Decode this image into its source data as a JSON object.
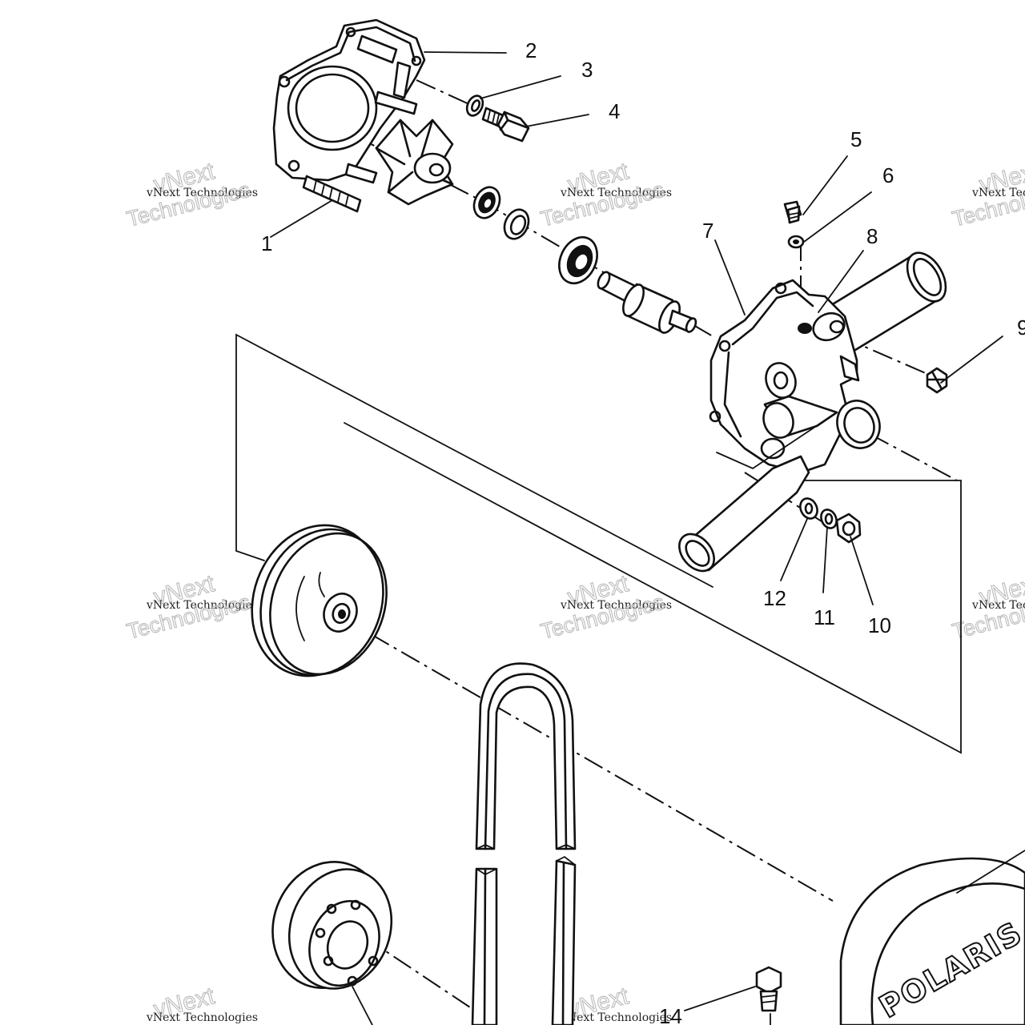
{
  "diagram": {
    "callouts": [
      "1",
      "2",
      "3",
      "4",
      "5",
      "6",
      "7",
      "8",
      "9",
      "10",
      "11",
      "12",
      "14"
    ],
    "watermark": {
      "company": "vNext Technologies",
      "line1": "vNext",
      "line2": "Technologies"
    },
    "cover_logo": "POLARIS"
  }
}
